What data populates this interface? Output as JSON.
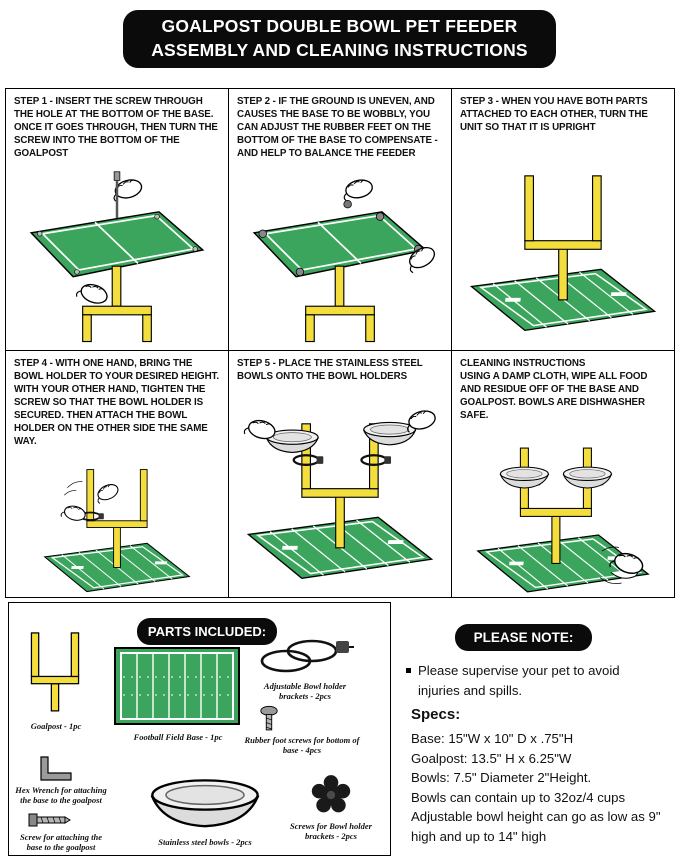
{
  "colors": {
    "banner_black": "#0b0b0b",
    "field_green": "#3ba55d",
    "goalpost_yellow": "#f4de3e",
    "bowl_gray": "#e8e8e8"
  },
  "header": {
    "line1": "GOALPOST DOUBLE BOWL PET FEEDER",
    "line2": "ASSEMBLY AND CLEANING INSTRUCTIONS"
  },
  "steps": [
    {
      "heading": "",
      "text": "STEP 1 - INSERT THE SCREW THROUGH THE HOLE AT THE BOTTOM OF THE BASE. ONCE IT GOES THROUGH, THEN TURN THE SCREW INTO THE BOTTOM OF THE GOALPOST"
    },
    {
      "heading": "",
      "text": "STEP 2 - IF THE GROUND IS UNEVEN, AND CAUSES THE BASE TO BE WOBBLY, YOU CAN ADJUST THE RUBBER FEET ON THE BOTTOM OF THE BASE TO COMPENSATE - AND HELP TO BALANCE THE FEEDER"
    },
    {
      "heading": "",
      "text": "STEP 3 - WHEN YOU HAVE BOTH PARTS ATTACHED TO EACH OTHER, TURN THE UNIT SO THAT IT IS UPRIGHT"
    },
    {
      "heading": "",
      "text": "STEP 4 - WITH ONE HAND, BRING THE BOWL HOLDER TO YOUR DESIRED HEIGHT. WITH YOUR OTHER HAND, TIGHTEN THE SCREW SO THAT THE BOWL HOLDER IS SECURED. THEN ATTACH THE BOWL HOLDER ON THE OTHER SIDE THE SAME WAY."
    },
    {
      "heading": "",
      "text": "STEP 5 - PLACE THE STAINLESS STEEL BOWLS ONTO THE BOWL HOLDERS"
    },
    {
      "heading": "CLEANING INSTRUCTIONS",
      "text": "USING A DAMP CLOTH, WIPE ALL FOOD AND RESIDUE OFF OF THE BASE AND GOALPOST. BOWLS ARE DISHWASHER SAFE."
    }
  ],
  "parts": {
    "banner": "PARTS INCLUDED:",
    "items": [
      {
        "label": "Goalpost - 1pc"
      },
      {
        "label": "Football Field Base - 1pc"
      },
      {
        "label": "Adjustable Bowl holder brackets - 2pcs"
      },
      {
        "label": "Rubber foot screws for bottom of base - 4pcs"
      },
      {
        "label": "Hex Wrench for attaching the base to the goalpost"
      },
      {
        "label": "Screw for attaching the base to the goalpost"
      },
      {
        "label": "Stainless steel bowls - 2pcs"
      },
      {
        "label": "Screws for Bowl holder brackets - 2pcs"
      }
    ]
  },
  "note": {
    "banner": "PLEASE NOTE:",
    "bullet": "Please supervise your pet to avoid injuries and spills.",
    "specs_title": "Specs:",
    "specs": [
      "Base: 15\"W x 10\" D x .75\"H",
      "Goalpost: 13.5\" H x 6.25\"W",
      "Bowls: 7.5\" Diameter 2\"Height.",
      "Bowls can contain up to 32oz/4 cups",
      "Adjustable bowl height can go as low as 9\" high and up to 14\" high"
    ]
  }
}
